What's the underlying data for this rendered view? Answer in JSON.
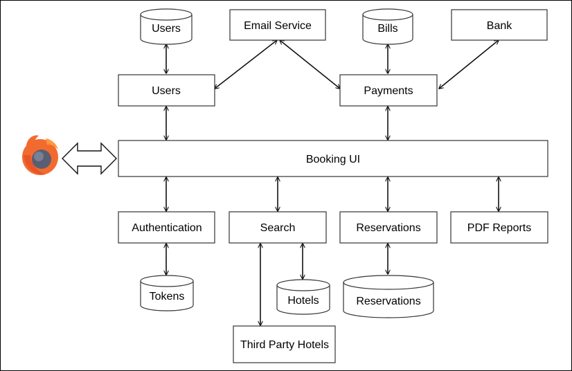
{
  "nodes": {
    "users_db": {
      "label": "Users",
      "shape": "database"
    },
    "email_service": {
      "label": "Email Service",
      "shape": "box"
    },
    "bills_db": {
      "label": "Bills",
      "shape": "database"
    },
    "bank": {
      "label": "Bank",
      "shape": "box"
    },
    "users_service": {
      "label": "Users",
      "shape": "box"
    },
    "payments": {
      "label": "Payments",
      "shape": "box"
    },
    "booking_ui": {
      "label": "Booking UI",
      "shape": "box"
    },
    "authentication": {
      "label": "Authentication",
      "shape": "box"
    },
    "search": {
      "label": "Search",
      "shape": "box"
    },
    "reservations_service": {
      "label": "Reservations",
      "shape": "box"
    },
    "pdf_reports": {
      "label": "PDF Reports",
      "shape": "box"
    },
    "tokens_db": {
      "label": "Tokens",
      "shape": "database"
    },
    "hotels_db": {
      "label": "Hotels",
      "shape": "database"
    },
    "reservations_db": {
      "label": "Reservations",
      "shape": "database"
    },
    "third_party_hotels": {
      "label": "Third Party Hotels",
      "shape": "box"
    }
  },
  "edges": [
    {
      "from": "users_db",
      "to": "users_service",
      "direction": "both"
    },
    {
      "from": "email_service",
      "to": "users_service",
      "direction": "both"
    },
    {
      "from": "email_service",
      "to": "payments",
      "direction": "both"
    },
    {
      "from": "bills_db",
      "to": "payments",
      "direction": "both"
    },
    {
      "from": "bank",
      "to": "payments",
      "direction": "both"
    },
    {
      "from": "users_service",
      "to": "booking_ui",
      "direction": "both"
    },
    {
      "from": "payments",
      "to": "booking_ui",
      "direction": "both"
    },
    {
      "from": "booking_ui",
      "to": "authentication",
      "direction": "both"
    },
    {
      "from": "booking_ui",
      "to": "search",
      "direction": "both"
    },
    {
      "from": "booking_ui",
      "to": "reservations_service",
      "direction": "both"
    },
    {
      "from": "booking_ui",
      "to": "pdf_reports",
      "direction": "both"
    },
    {
      "from": "authentication",
      "to": "tokens_db",
      "direction": "both"
    },
    {
      "from": "search",
      "to": "hotels_db",
      "direction": "both"
    },
    {
      "from": "search",
      "to": "third_party_hotels",
      "direction": "both"
    },
    {
      "from": "reservations_service",
      "to": "reservations_db",
      "direction": "both"
    },
    {
      "from": "browser",
      "to": "booking_ui",
      "direction": "both"
    }
  ],
  "browser": {
    "icon": "firefox-browser-icon",
    "colors": {
      "flame": "#f26b2e",
      "globe": "#5a5e73"
    }
  }
}
